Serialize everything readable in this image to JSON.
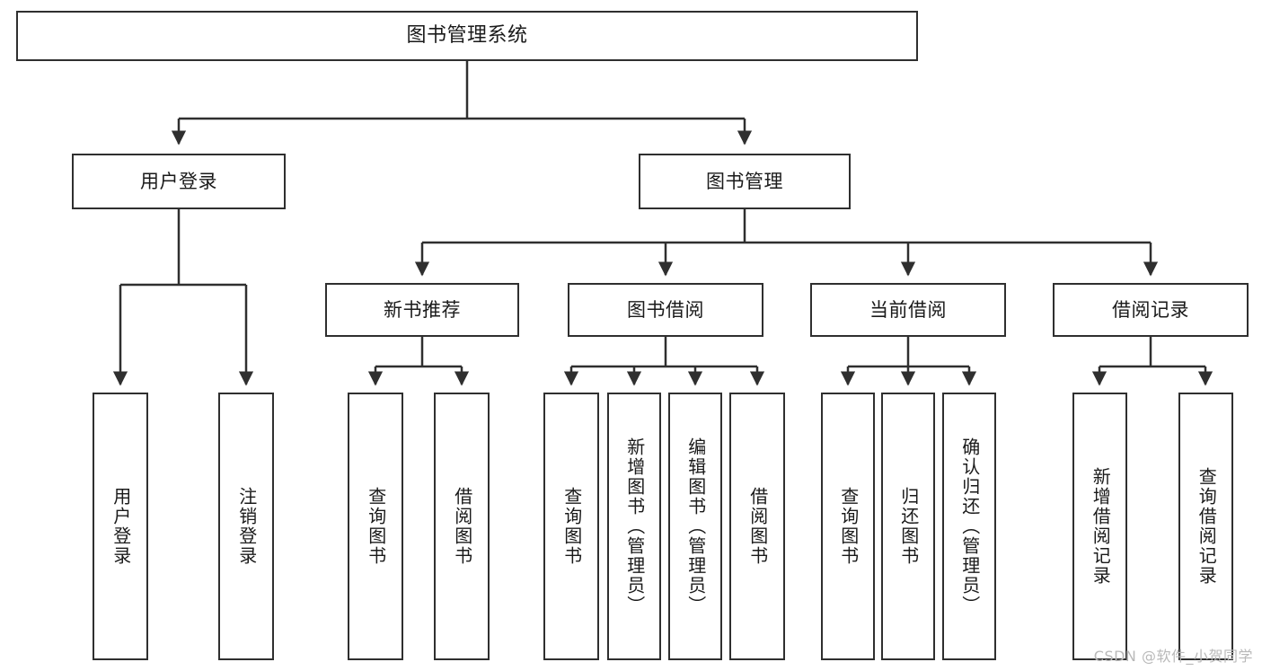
{
  "diagram": {
    "type": "tree-hierarchy",
    "title": "图书管理系统",
    "watermark": "CSDN @软件_小贺同学",
    "colors": {
      "stroke": "#2f2f2f",
      "fill": "#ffffff",
      "text": "#1a1a1a",
      "watermark": "#b9b9b9"
    },
    "levels": {
      "root": {
        "label": "图书管理系统"
      },
      "level1": [
        {
          "id": "user-login",
          "label": "用户登录"
        },
        {
          "id": "book-manage",
          "label": "图书管理"
        }
      ],
      "level2": [
        {
          "id": "new-book-recommend",
          "label": "新书推荐",
          "parent": "book-manage"
        },
        {
          "id": "book-borrow",
          "label": "图书借阅",
          "parent": "book-manage"
        },
        {
          "id": "current-borrow",
          "label": "当前借阅",
          "parent": "book-manage"
        },
        {
          "id": "borrow-record",
          "label": "借阅记录",
          "parent": "book-manage"
        }
      ],
      "leaves": [
        {
          "id": "leaf-user-login",
          "label": "用户登录",
          "parent": "user-login"
        },
        {
          "id": "leaf-user-logout",
          "label": "注销登录",
          "parent": "user-login"
        },
        {
          "id": "leaf-query-book-1",
          "label": "查询图书",
          "parent": "new-book-recommend"
        },
        {
          "id": "leaf-borrow-book-1",
          "label": "借阅图书",
          "parent": "new-book-recommend"
        },
        {
          "id": "leaf-query-book-2",
          "label": "查询图书",
          "parent": "book-borrow"
        },
        {
          "id": "leaf-add-book",
          "label": "新增图书（管理员）",
          "parent": "book-borrow"
        },
        {
          "id": "leaf-edit-book",
          "label": "编辑图书（管理员）",
          "parent": "book-borrow"
        },
        {
          "id": "leaf-borrow-book-2",
          "label": "借阅图书",
          "parent": "book-borrow"
        },
        {
          "id": "leaf-query-book-3",
          "label": "查询图书",
          "parent": "current-borrow"
        },
        {
          "id": "leaf-return-book",
          "label": "归还图书",
          "parent": "current-borrow"
        },
        {
          "id": "leaf-confirm-return",
          "label": "确认归还（管理员）",
          "parent": "current-borrow"
        },
        {
          "id": "leaf-add-record",
          "label": "新增借阅记录",
          "parent": "borrow-record"
        },
        {
          "id": "leaf-query-record",
          "label": "查询借阅记录",
          "parent": "borrow-record"
        }
      ]
    }
  }
}
